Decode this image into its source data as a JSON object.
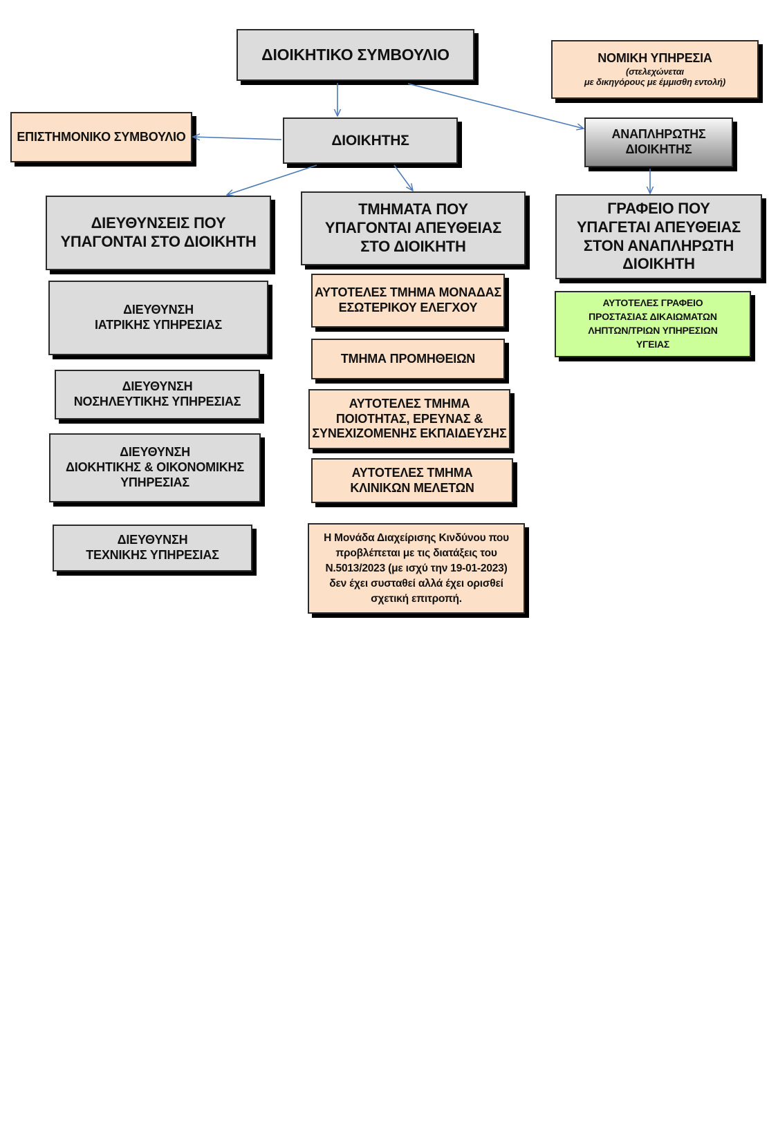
{
  "colors": {
    "gray": "#dcdcdc",
    "peach": "#fce0c8",
    "green": "#ccff99",
    "arrow": "#4a7ab8"
  },
  "board": {
    "label": "ΔΙΟΙΚΗΤΙΚΟ  ΣΥΜΒΟΥΛΙΟ"
  },
  "legal": {
    "title": "ΝΟΜΙΚΗ ΥΠΗΡΕΣΙΑ",
    "line1": "(στελεχώνεται",
    "line2": "με δικηγόρους με έμμισθη εντολή)"
  },
  "scientific_council": {
    "label": "ΕΠΙΣΤΗΜΟΝΙΚΟ ΣΥΜΒΟΥΛΙΟ"
  },
  "governor": {
    "label": "ΔΙΟΙΚΗΤΗΣ"
  },
  "deputy_governor": {
    "label": "ΑΝΑΠΛΗΡΩΤΗΣ\nΔΙΟΙΚΗΤΗΣ"
  },
  "directorates": {
    "header": "ΔΙΕΥΘΥΝΣΕΙΣ ΠΟΥ\nΥΠΑΓΟΝΤΑΙ ΣΤΟ ΔΙΟΙΚΗΤΗ",
    "items": [
      "ΔΙΕΥΘΥΝΣΗ\nΙΑΤΡΙΚΗΣ ΥΠΗΡΕΣΙΑΣ",
      "ΔΙΕΥΘΥΝΣΗ\nΝΟΣΗΛΕΥΤΙΚΗΣ  ΥΠΗΡΕΣΙΑΣ",
      "ΔΙΕΥΘΥΝΣΗ\nΔΙΟΚΗΤΙΚΗΣ & ΟΙΚΟΝΟΜΙΚΗΣ\nΥΠΗΡΕΣΙΑΣ",
      "ΔΙΕΥΘΥΝΣΗ\nΤΕΧΝΙΚΗΣ ΥΠΗΡΕΣΙΑΣ"
    ]
  },
  "departments": {
    "header": "ΤΜΗΜΑΤΑ ΠΟΥ\nΥΠΑΓΟΝΤΑΙ ΑΠΕΥΘΕΙΑΣ\nΣΤΟ ΔΙΟΙΚΗΤΗ",
    "items": [
      "ΑΥΤΟΤΕΛΕΣ ΤΜΗΜΑ ΜΟΝΑΔΑΣ\nΕΣΩΤΕΡΙΚΟΥ ΕΛΕΓΧΟΥ",
      "ΤΜΗΜΑ ΠΡΟΜΗΘΕΙΩΝ",
      "ΑΥΤΟΤΕΛΕΣ ΤΜΗΜΑ\nΠΟΙΟΤΗΤΑΣ, ΕΡΕΥΝΑΣ &\nΣΥΝΕΧΙΖΟΜΕΝΗΣ ΕΚΠΑΙΔΕΥΣΗΣ",
      "ΑΥΤΟΤΕΛΕΣ ΤΜΗΜΑ\nΚΛΙΝΙΚΩΝ ΜΕΛΕΤΩΝ"
    ],
    "note": "Η Μονάδα Διαχείρισης Κινδύνου που\nπροβλέπεται με τις διατάξεις του\nΝ.5013/2023 (με ισχύ την 19-01-2023)\nδεν έχει συσταθεί αλλά έχει ορισθεί\nσχετική επιτροπή."
  },
  "deputy_office": {
    "header": "ΓΡΑΦΕΙΟ ΠΟΥ\nΥΠΑΓΕΤΑΙ ΑΠΕΥΘΕΙΑΣ\nΣΤΟΝ ΑΝΑΠΛΗΡΩΤΗ\nΔΙΟΙΚΗΤΗ",
    "item": "ΑΥΤΟΤΕΛΕΣ ΓΡΑΦΕΙΟ\nΠΡΟΣΤΑΣΙΑΣ ΔΙΚΑΙΩΜΑΤΩΝ\nΛΗΠΤΩΝ/ΤΡΙΩΝ ΥΠΗΡΕΣΙΩΝ\nΥΓΕΙΑΣ"
  }
}
